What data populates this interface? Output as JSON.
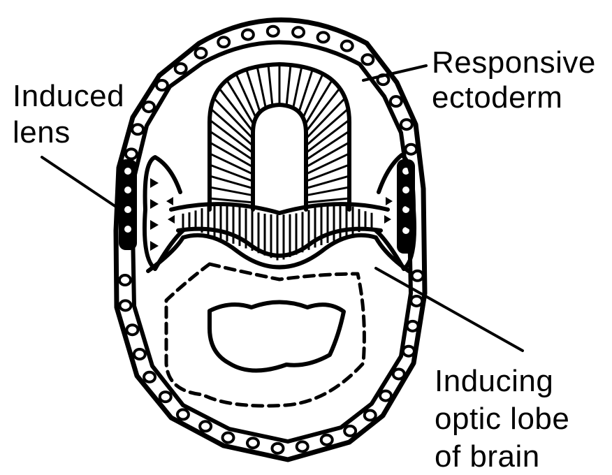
{
  "labels": {
    "responsive_ectoderm": [
      "Responsive",
      "ectoderm"
    ],
    "induced_lens": [
      "Induced",
      "lens"
    ],
    "inducing_optic_lobe": [
      "Inducing",
      "optic lobe",
      "of brain"
    ]
  },
  "colors": {
    "ink": "#000000",
    "paper": "#ffffff"
  }
}
